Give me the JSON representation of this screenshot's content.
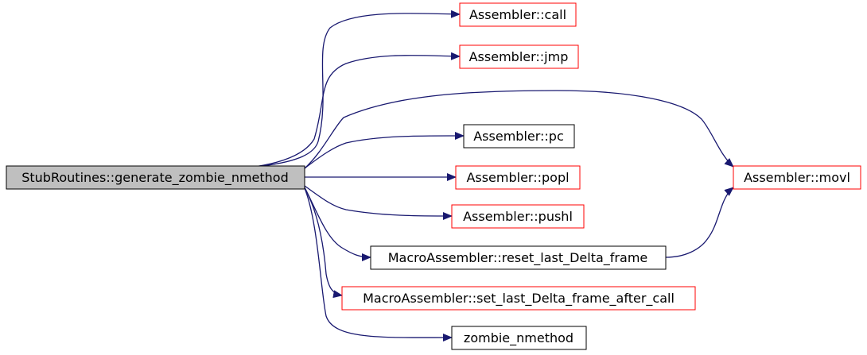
{
  "colors": {
    "edge": "#191970",
    "root_fill": "#bfbfbf",
    "root_border": "#000000",
    "linked_border": "#ff0000",
    "plain_border": "#000000",
    "background": "#ffffff"
  },
  "nodes": {
    "root": {
      "label": "StubRoutines::generate_zombie_nmethod",
      "style": "root"
    },
    "call": {
      "label": "Assembler::call",
      "style": "red"
    },
    "jmp": {
      "label": "Assembler::jmp",
      "style": "red"
    },
    "pc": {
      "label": "Assembler::pc",
      "style": "black"
    },
    "popl": {
      "label": "Assembler::popl",
      "style": "red"
    },
    "pushl": {
      "label": "Assembler::pushl",
      "style": "red"
    },
    "reset": {
      "label": "MacroAssembler::reset_last_Delta_frame",
      "style": "black"
    },
    "setlast": {
      "label": "MacroAssembler::set_last_Delta_frame_after_call",
      "style": "red"
    },
    "zombie": {
      "label": "zombie_nmethod",
      "style": "black"
    },
    "movl": {
      "label": "Assembler::movl",
      "style": "red"
    }
  },
  "edges": [
    {
      "from": "root",
      "to": "call"
    },
    {
      "from": "root",
      "to": "jmp"
    },
    {
      "from": "root",
      "to": "movl"
    },
    {
      "from": "root",
      "to": "pc"
    },
    {
      "from": "root",
      "to": "popl"
    },
    {
      "from": "root",
      "to": "pushl"
    },
    {
      "from": "root",
      "to": "reset"
    },
    {
      "from": "root",
      "to": "setlast"
    },
    {
      "from": "root",
      "to": "zombie"
    },
    {
      "from": "reset",
      "to": "movl"
    }
  ]
}
